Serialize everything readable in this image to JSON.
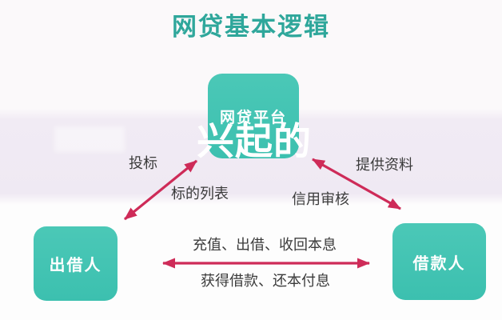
{
  "title": "网贷基本逻辑",
  "overlay_caption": "兴起的",
  "nodes": {
    "platform": {
      "label": "网贷平台"
    },
    "lender": {
      "label": "出借人"
    },
    "borrower": {
      "label": "借款人"
    }
  },
  "edges": {
    "lender_platform": {
      "label_top": "投标",
      "label_bottom": "标的列表"
    },
    "borrower_platform": {
      "label_top": "提供资料",
      "label_bottom": "信用审核"
    },
    "lender_borrower": {
      "label_top": "充值、出借、收回本息",
      "label_bottom": "获得借款、还本付息"
    }
  },
  "colors": {
    "node_teal": "#3ec1b0",
    "title_teal": "#2fa79b",
    "arrow_crimson": "#ce2b58",
    "label_text": "#3b3b3b",
    "band_lavender": "#f0eaf3"
  }
}
